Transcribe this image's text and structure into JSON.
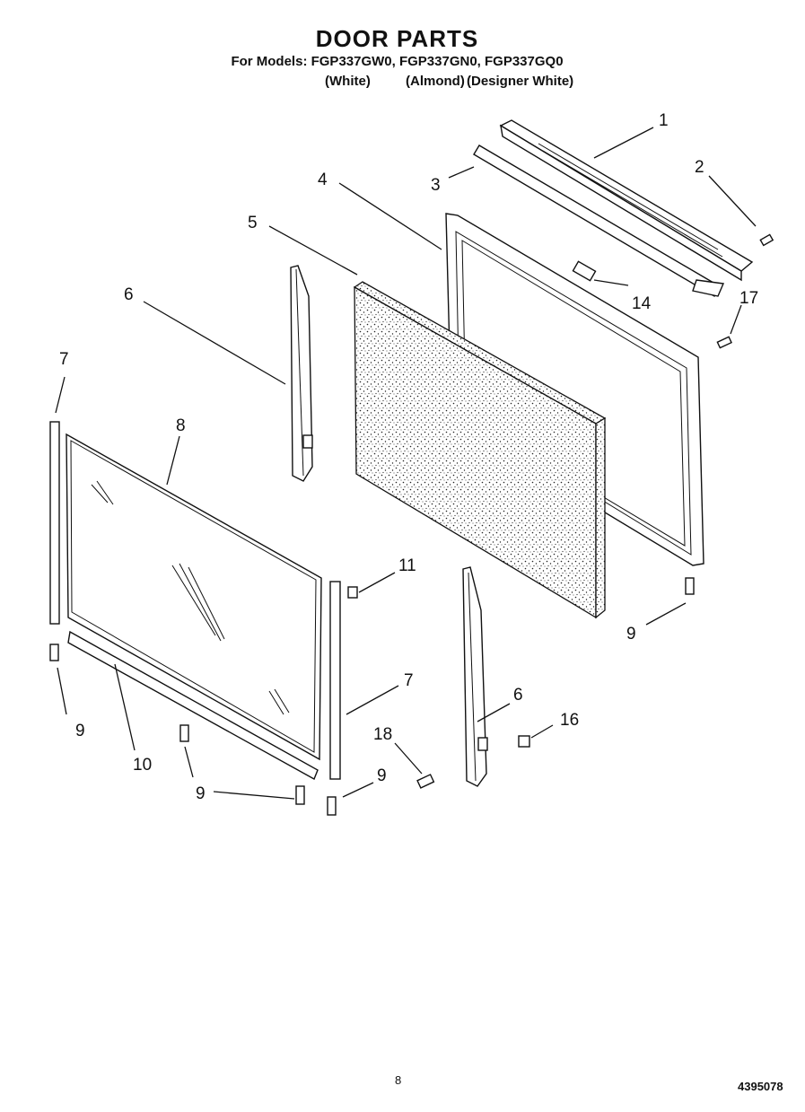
{
  "header": {
    "title": "DOOR PARTS",
    "models_line": "For Models: FGP337GW0, FGP337GN0, FGP337GQ0",
    "colors": [
      "(White)",
      "(Almond)",
      "(Designer White)"
    ]
  },
  "callouts": [
    {
      "id": "c1",
      "text": "1"
    },
    {
      "id": "c2",
      "text": "2"
    },
    {
      "id": "c3",
      "text": "3"
    },
    {
      "id": "c4",
      "text": "4"
    },
    {
      "id": "c5",
      "text": "5"
    },
    {
      "id": "c6a",
      "text": "6"
    },
    {
      "id": "c6b",
      "text": "6"
    },
    {
      "id": "c7a",
      "text": "7"
    },
    {
      "id": "c7b",
      "text": "7"
    },
    {
      "id": "c8",
      "text": "8"
    },
    {
      "id": "c9a",
      "text": "9"
    },
    {
      "id": "c9b",
      "text": "9"
    },
    {
      "id": "c9c",
      "text": "9"
    },
    {
      "id": "c9d",
      "text": "9"
    },
    {
      "id": "c10",
      "text": "10"
    },
    {
      "id": "c11",
      "text": "11"
    },
    {
      "id": "c14",
      "text": "14"
    },
    {
      "id": "c16",
      "text": "16"
    },
    {
      "id": "c17",
      "text": "17"
    },
    {
      "id": "c18",
      "text": "18"
    }
  ],
  "footer": {
    "page": "8",
    "code": "4395078"
  }
}
